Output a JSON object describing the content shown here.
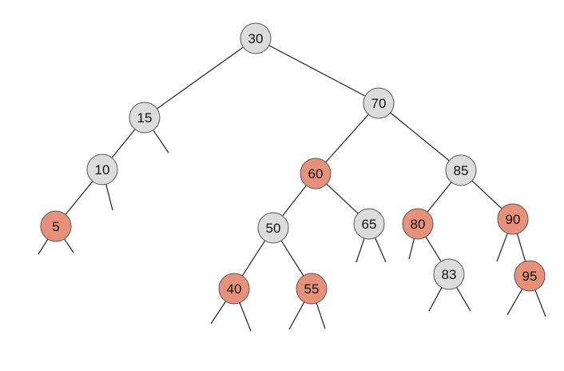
{
  "colors": {
    "black_node": "#dcdcdc",
    "red_node": "#e8917a",
    "edge": "#222222",
    "stroke": "#555555"
  },
  "nodes": [
    {
      "key": "30",
      "color": "black"
    },
    {
      "key": "15",
      "color": "black"
    },
    {
      "key": "70",
      "color": "black"
    },
    {
      "key": "10",
      "color": "black"
    },
    {
      "key": "5",
      "color": "red"
    },
    {
      "key": "60",
      "color": "red"
    },
    {
      "key": "85",
      "color": "black"
    },
    {
      "key": "50",
      "color": "black"
    },
    {
      "key": "65",
      "color": "black"
    },
    {
      "key": "80",
      "color": "red"
    },
    {
      "key": "90",
      "color": "red"
    },
    {
      "key": "40",
      "color": "red"
    },
    {
      "key": "55",
      "color": "red"
    },
    {
      "key": "83",
      "color": "black"
    },
    {
      "key": "95",
      "color": "red"
    }
  ],
  "edges": [
    [
      "30",
      "15"
    ],
    [
      "30",
      "70"
    ],
    [
      "15",
      "10"
    ],
    [
      "10",
      "5"
    ],
    [
      "70",
      "60"
    ],
    [
      "70",
      "85"
    ],
    [
      "60",
      "50"
    ],
    [
      "60",
      "65"
    ],
    [
      "50",
      "40"
    ],
    [
      "50",
      "55"
    ],
    [
      "85",
      "80"
    ],
    [
      "85",
      "90"
    ],
    [
      "80",
      "83"
    ],
    [
      "90",
      "95"
    ]
  ]
}
